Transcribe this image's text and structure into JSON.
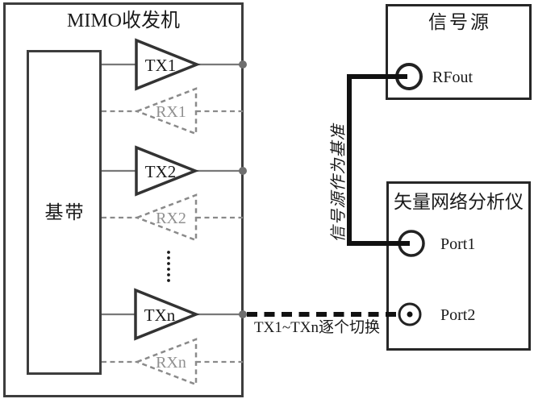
{
  "diagram": {
    "mimo": {
      "title": "MIMO收发机"
    },
    "baseband": {
      "label": "基带"
    },
    "tx": [
      {
        "label": "TX1"
      },
      {
        "label": "TX2"
      },
      {
        "label": "TXn"
      }
    ],
    "rx": [
      {
        "label": "RX1"
      },
      {
        "label": "RX2"
      },
      {
        "label": "RXn"
      }
    ],
    "source": {
      "title": "信号源",
      "port_label": "RFout"
    },
    "vna": {
      "title": "矢量网络分析仪",
      "port1_label": "Port1",
      "port2_label": "Port2"
    },
    "notes": {
      "reference": "信号源作为基准",
      "switching": "TX1~TXn逐个切换"
    },
    "colors": {
      "background": "#ffffff",
      "mimo_border": "#3d3d3d",
      "instrument_border": "#272727",
      "tx_stroke": "#333333",
      "rx_stroke": "#8a8a8a",
      "thin_line_gray": "#787878",
      "cable_black": "#111111",
      "node_dot_gray": "#6f6f6f",
      "text_black": "#1a1a1a",
      "rx_text_gray": "#909090"
    }
  }
}
